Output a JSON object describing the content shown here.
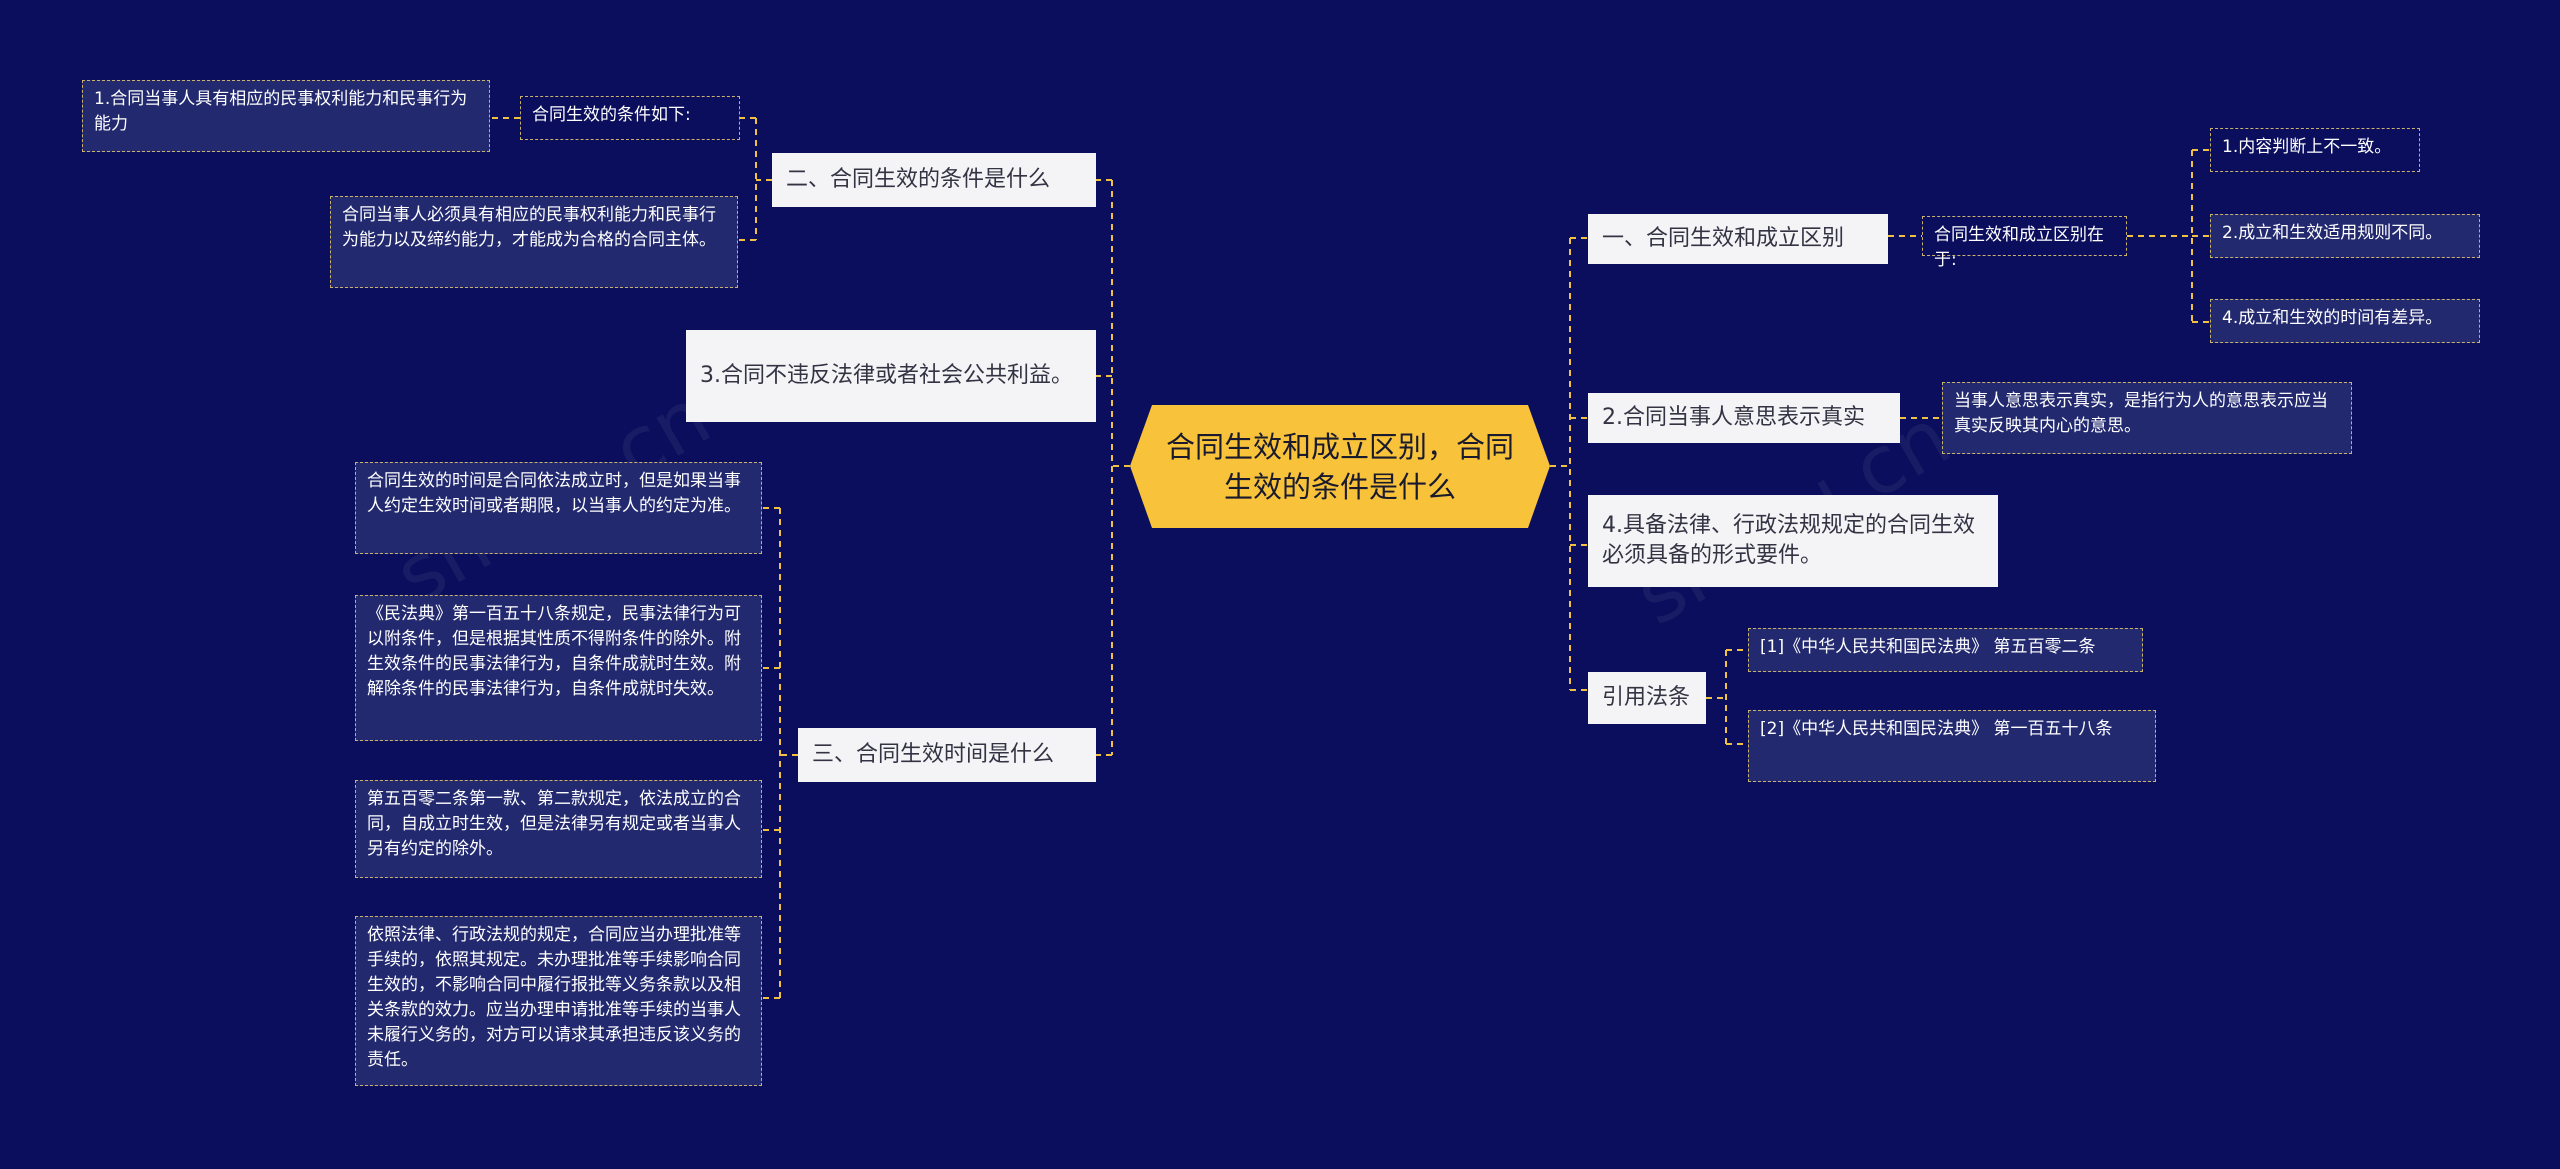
{
  "center": {
    "title": "合同生效和成立区别，合同生效的条件是什么"
  },
  "colors": {
    "background": "#0a0e5c",
    "center": "#f8c33a",
    "line": "#f0c040",
    "leaf_border": "#c9b26b",
    "leaf_fill": "#22296f"
  },
  "right": {
    "b1": {
      "label": "一、合同生效和成立区别",
      "sub": "合同生效和成立区别在于:",
      "items": [
        "1.内容判断上不一致。",
        "2.成立和生效适用规则不同。",
        "4.成立和生效的时间有差异。"
      ]
    },
    "b2": {
      "label": "2.合同当事人意思表示真实",
      "detail": "当事人意思表示真实，是指行为人的意思表示应当真实反映其内心的意思。"
    },
    "b3": {
      "label": "4.具备法律、行政法规规定的合同生效必须具备的形式要件。"
    },
    "b4": {
      "label": "引用法条",
      "refs": [
        "[1]《中华人民共和国民法典》 第五百零二条",
        "[2]《中华人民共和国民法典》 第一百五十八条"
      ]
    }
  },
  "left": {
    "b1": {
      "label": "二、合同生效的条件是什么",
      "sub": "合同生效的条件如下:",
      "sub_detail": "1.合同当事人具有相应的民事权利能力和民事行为能力",
      "detail": "合同当事人必须具有相应的民事权利能力和民事行为能力以及缔约能力，才能成为合格的合同主体。"
    },
    "b2": {
      "label": "3.合同不违反法律或者社会公共利益。"
    },
    "b3": {
      "label": "三、合同生效时间是什么",
      "items": [
        "合同生效的时间是合同依法成立时，但是如果当事人约定生效时间或者期限，以当事人的约定为准。",
        "《民法典》第一百五十八条规定，民事法律行为可以附条件，但是根据其性质不得附条件的除外。附生效条件的民事法律行为，自条件成就时生效。附解除条件的民事法律行为，自条件成就时失效。",
        "第五百零二条第一款、第二款规定，依法成立的合同，自成立时生效，但是法律另有规定或者当事人另有约定的除外。",
        "依照法律、行政法规的规定，合同应当办理批准等手续的，依照其规定。未办理批准等手续影响合同生效的，不影响合同中履行报批等义务条款以及相关条款的效力。应当办理申请批准等手续的当事人未履行义务的，对方可以请求其承担违反该义务的责任。"
      ]
    }
  }
}
